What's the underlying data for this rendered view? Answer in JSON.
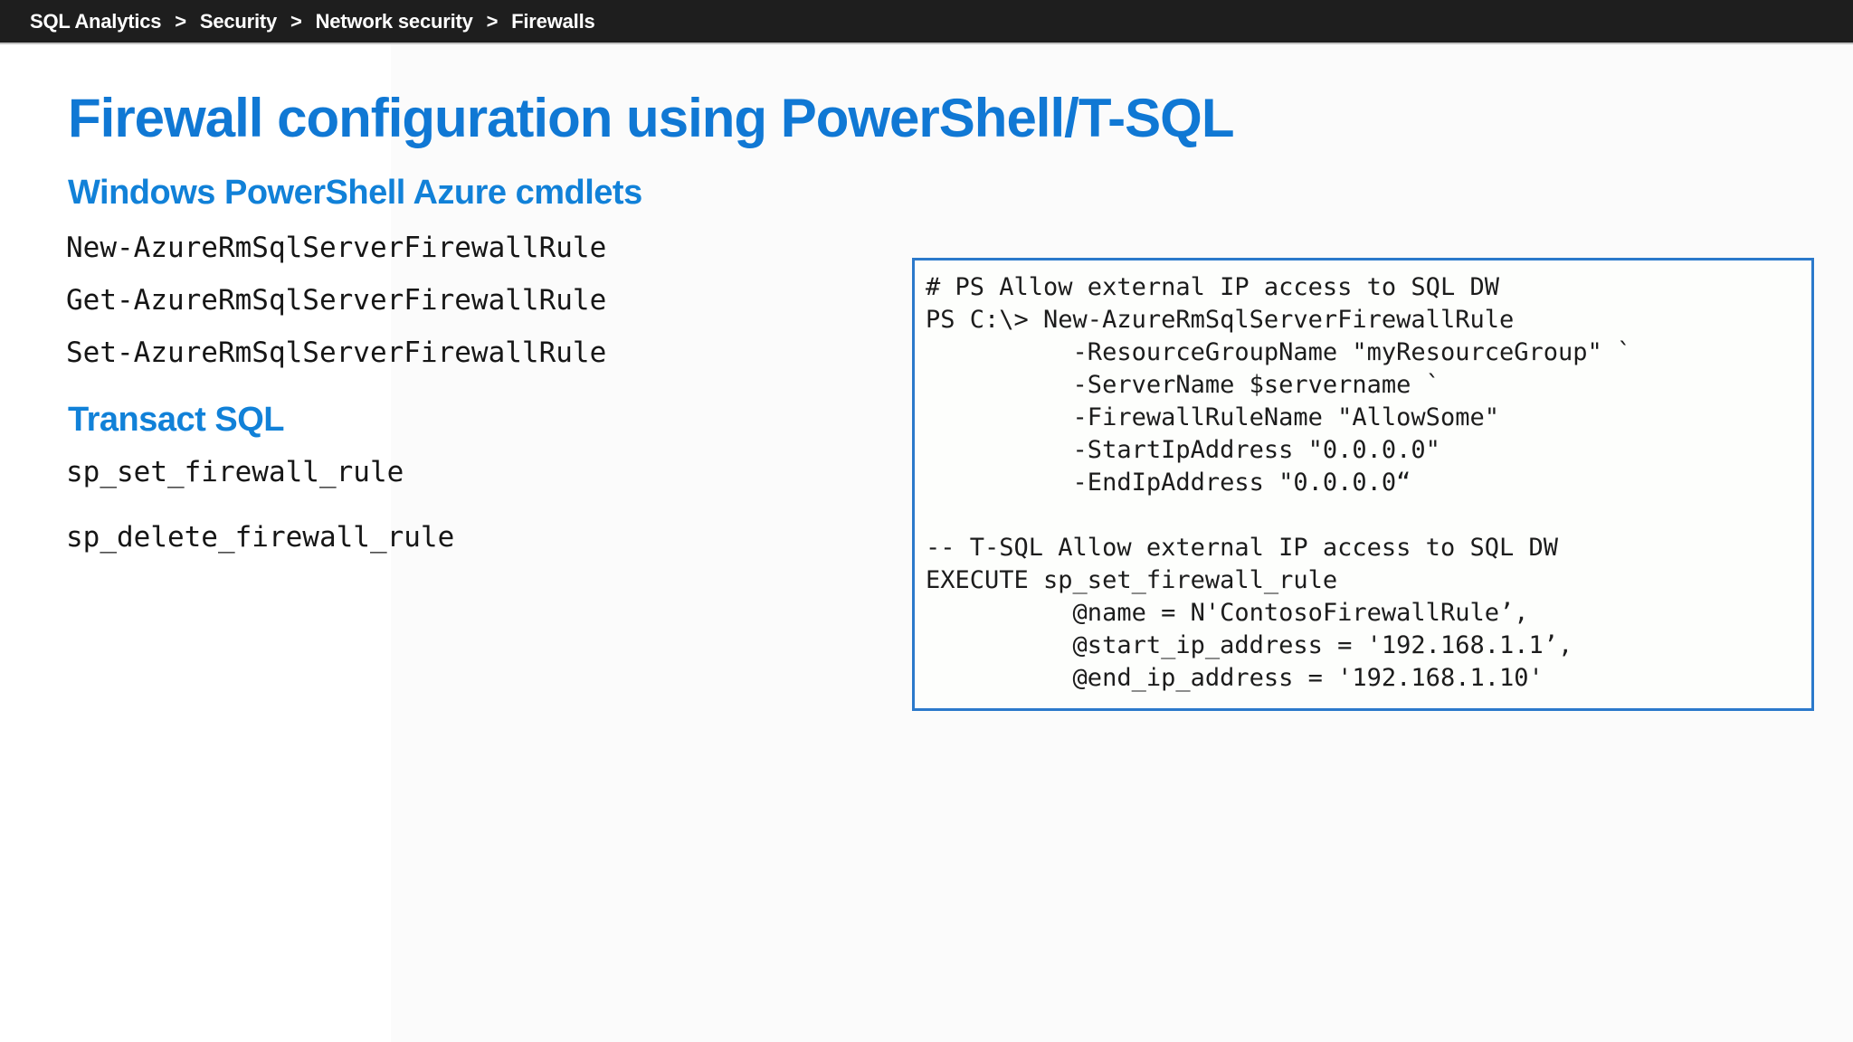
{
  "breadcrumb": {
    "items": [
      "SQL Analytics",
      "Security",
      "Network security",
      "Firewalls"
    ],
    "separator": ">"
  },
  "page": {
    "title": "Firewall configuration using PowerShell/T-SQL"
  },
  "sections": {
    "powershell": {
      "heading": "Windows PowerShell Azure cmdlets",
      "cmdlets": [
        "New-AzureRmSqlServerFirewallRule",
        "Get-AzureRmSqlServerFirewallRule",
        "Set-AzureRmSqlServerFirewallRule"
      ]
    },
    "tsql": {
      "heading": "Transact SQL",
      "procedures": [
        "sp_set_firewall_rule",
        "sp_delete_firewall_rule"
      ]
    }
  },
  "code_panel": {
    "lines": [
      "# PS Allow external IP access to SQL DW",
      "PS C:\\> New-AzureRmSqlServerFirewallRule",
      "          -ResourceGroupName \"myResourceGroup\" `",
      "          -ServerName $servername `",
      "          -FirewallRuleName \"AllowSome\"",
      "          -StartIpAddress \"0.0.0.0\"",
      "          -EndIpAddress \"0.0.0.0“",
      "",
      "-- T-SQL Allow external IP access to SQL DW",
      "EXECUTE sp_set_firewall_rule",
      "          @name = N'ContosoFirewallRule’,",
      "          @start_ip_address = '192.168.1.1’,",
      "          @end_ip_address = '192.168.1.10'"
    ]
  },
  "colors": {
    "accent_blue": "#1078d4",
    "heading_blue": "#1181d8",
    "topbar_bg": "#1e1e1e",
    "topbar_text": "#ffffff",
    "code_border": "#2b79cb",
    "code_bg": "#fdfefc",
    "code_text": "#1c1c1c",
    "mono_text": "#161616"
  }
}
